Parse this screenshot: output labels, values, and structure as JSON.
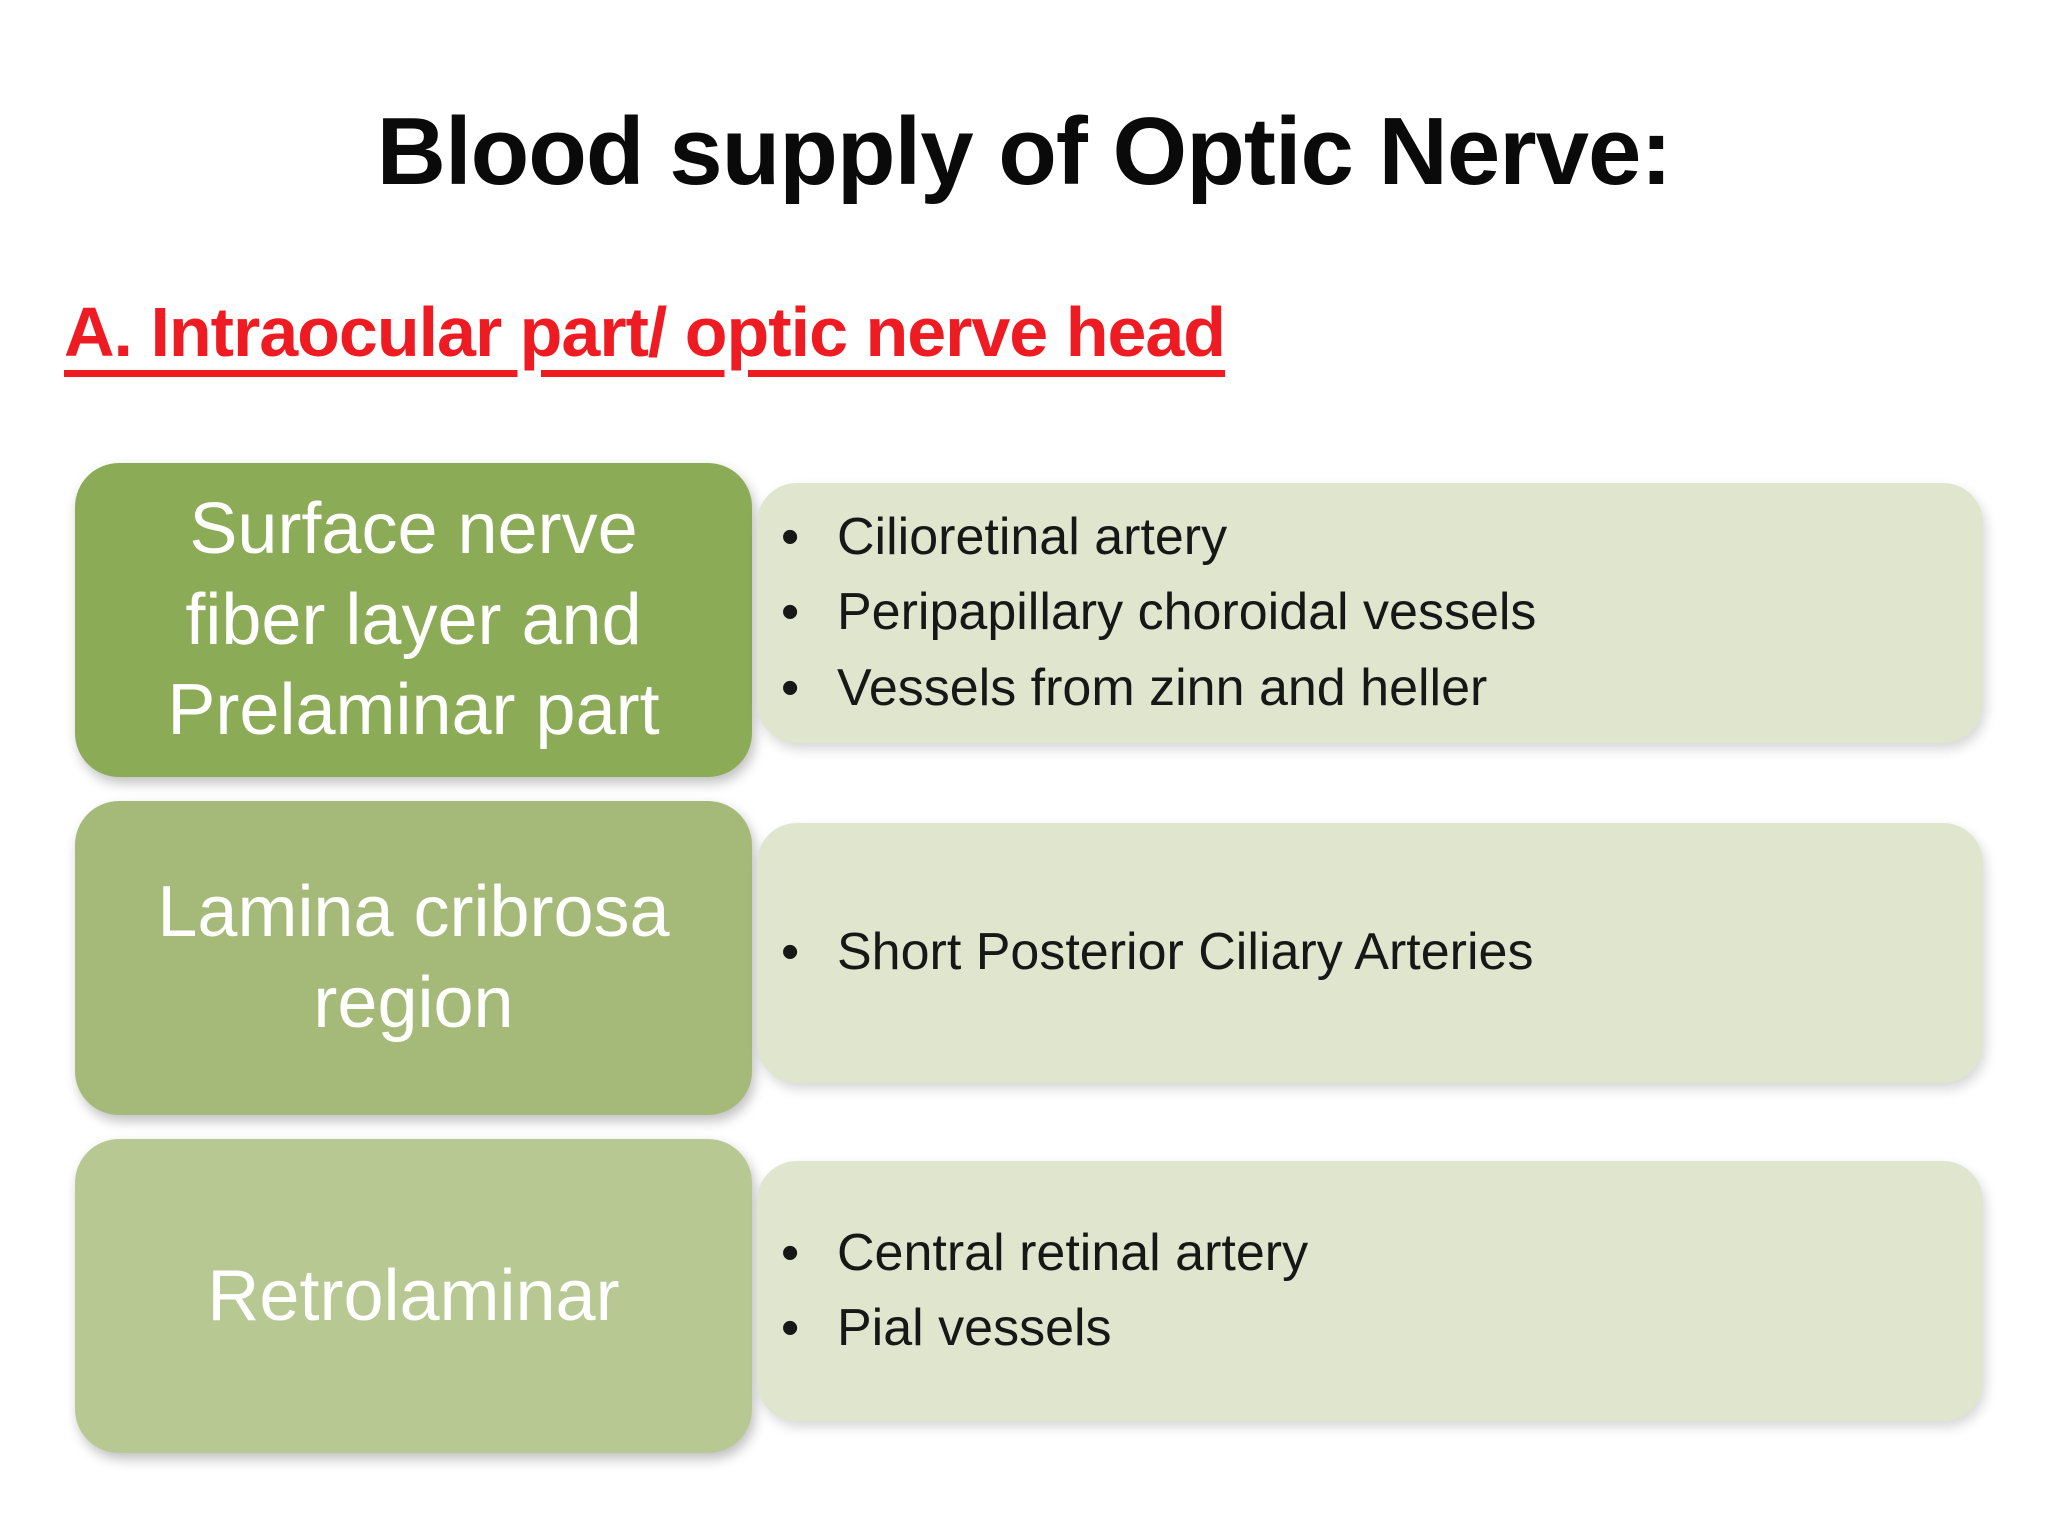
{
  "slide": {
    "title": "Blood supply of Optic Nerve:",
    "section_heading": "A. Intraocular part/ optic nerve head",
    "colors": {
      "slide_bg": "#ffffff",
      "title_text": "#0a0a0a",
      "heading_text": "#ee1b22",
      "content_box_bg": "#e0e5ce",
      "label_text": "#ffffff",
      "bullet_text": "#171717"
    },
    "rows": [
      {
        "label_lines": [
          "Surface nerve",
          "fiber layer and",
          "Prelaminar part"
        ],
        "label_bg": "#8cab56",
        "bullets": [
          "Cilioretinal artery",
          "Peripapillary choroidal vessels",
          "Vessels from zinn and heller"
        ]
      },
      {
        "label_lines": [
          "Lamina cribrosa",
          "region"
        ],
        "label_bg": "#a5ba78",
        "bullets": [
          "Short Posterior Ciliary Arteries"
        ]
      },
      {
        "label_lines": [
          "Retrolaminar"
        ],
        "label_bg": "#b7c893",
        "bullets": [
          "Central retinal artery",
          "Pial vessels"
        ]
      }
    ]
  }
}
